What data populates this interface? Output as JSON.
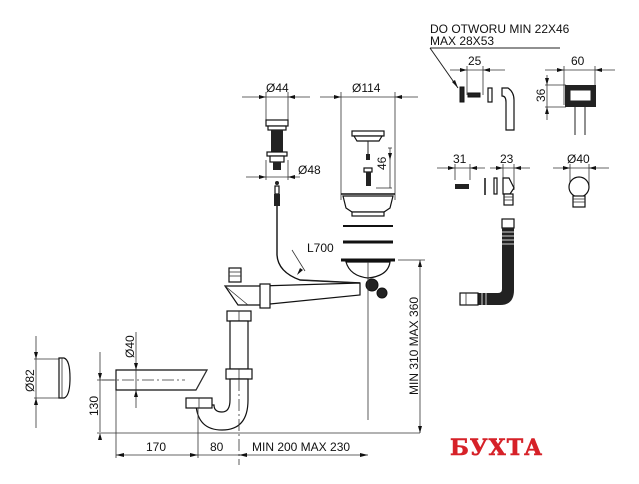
{
  "diagram": {
    "subject": "sink siphon installation drawing",
    "labels": {
      "hole_note_line1": "DO OTWORU MIN 22X46",
      "hole_note_line2": "MAX 28X53",
      "dim_25": "25",
      "dim_60": "60",
      "dim_36": "36",
      "dim_44": "Ø44",
      "dim_114": "Ø114",
      "dim_46": "46",
      "dim_48": "Ø48",
      "dim_31": "31",
      "dim_23": "23",
      "dim_40_overflow": "Ø40",
      "dim_l700": "L700",
      "dim_40_pipe": "Ø40",
      "dim_82": "Ø82",
      "dim_130": "130",
      "dim_170": "170",
      "dim_80": "80",
      "dim_min200max230": "MIN 200 MAX 230",
      "dim_min310max360": "MIN 310 MAX 360"
    },
    "components": [
      "overflow-cover-rectangular",
      "overflow-pipe-connector",
      "corrugated-overflow-hose",
      "pop-up-button",
      "pop-up-cable",
      "basket-strainer",
      "sink-drain-body",
      "bottle-trap-tube",
      "s-trap-bend",
      "outlet-pipe",
      "wall-rosette"
    ]
  },
  "watermark": {
    "text": "БУХТА",
    "color": "#d62128"
  }
}
